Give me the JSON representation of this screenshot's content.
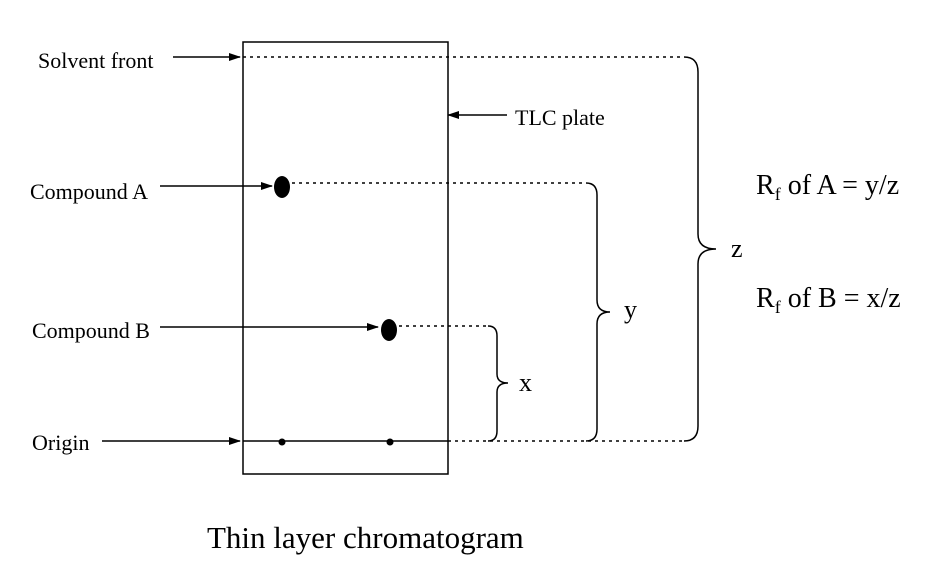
{
  "labels": {
    "solvent_front": "Solvent front",
    "tlc_plate": "TLC plate",
    "compound_a": "Compound A",
    "compound_b": "Compound B",
    "origin": "Origin"
  },
  "distances": {
    "x": "x",
    "y": "y",
    "z": "z"
  },
  "formulas": {
    "a": {
      "prefix": "R",
      "subscript": "f",
      "text": " of A = y/z"
    },
    "b": {
      "prefix": "R",
      "subscript": "f",
      "text": " of B = x/z"
    }
  },
  "caption": "Thin layer chromatogram",
  "colors": {
    "ink": "#000000",
    "background": "#ffffff"
  }
}
